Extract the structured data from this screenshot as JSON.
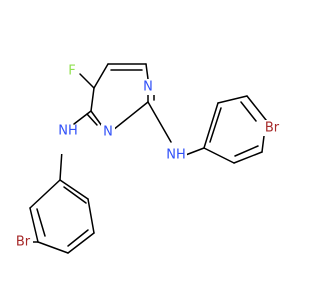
{
  "molecule": {
    "atom_labels": {
      "fluorine": "F",
      "nitrogen_n1": "N",
      "nitrogen_n3": "N",
      "amine_right": "NH",
      "amine_left": "NH",
      "bromine_right": "Br",
      "bromine_left": "Br"
    },
    "colors": {
      "bond": "#000000",
      "fluorine": "#90E050",
      "nitrogen": "#3050F8",
      "bromine": "#A62929",
      "background": "#FFFFFF"
    }
  }
}
